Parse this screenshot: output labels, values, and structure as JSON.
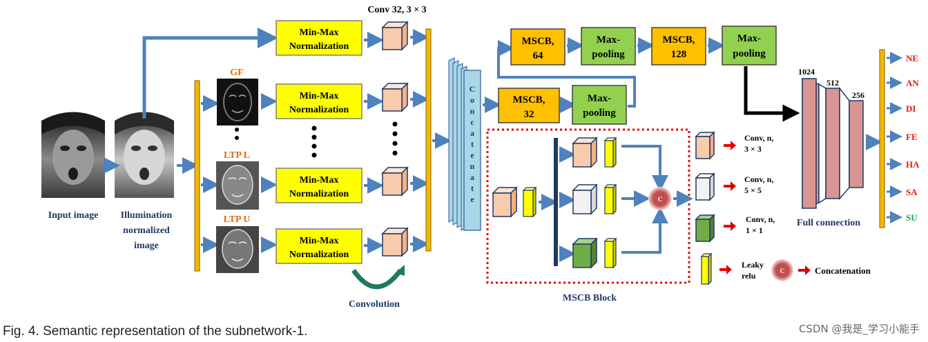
{
  "labels": {
    "conv32": "Conv 32, 3 × 3",
    "input_image": "Input image",
    "illum": [
      "Illumination",
      "normalized",
      "image"
    ],
    "gf": "GF",
    "ltp_l": "LTP  L",
    "ltp_u": "LTP  U",
    "minmax": [
      "Min-Max",
      "Normalization"
    ],
    "convolution": "Convolution",
    "concatenate": [
      "C",
      "o",
      "n",
      "c",
      "a",
      "t",
      "e",
      "n",
      "a",
      "t",
      "e"
    ],
    "mscb64": [
      "MSCB,",
      "64"
    ],
    "maxpool": [
      "Max-",
      "pooling"
    ],
    "mscb128": [
      "MSCB,",
      "128"
    ],
    "mscb32": [
      "MSCB,",
      "32"
    ],
    "mscb_block": "MSCB Block",
    "legend_c": "C",
    "leg_conv33": [
      "Conv, n,",
      "3 × 3"
    ],
    "leg_conv55": [
      "Conv, n,",
      "5 × 5"
    ],
    "leg_conv11": [
      "Conv, n,",
      "1 × 1"
    ],
    "leg_leaky": [
      "Leaky",
      "relu"
    ],
    "leg_concat": "Concatenation",
    "fc_sizes": [
      "1024",
      "512",
      "256"
    ],
    "full_connection": "Full connection",
    "classes": [
      "NE",
      "AN",
      "DI",
      "FE",
      "HA",
      "SA",
      "SU"
    ],
    "caption": "Fig. 4. Semantic representation of the subnetwork-1.",
    "watermark": "CSDN @我是_学习小能手"
  },
  "colors": {
    "arrow_blue": "#4f81bd",
    "yellow_box": "#ffff00",
    "orange_box": "#ffc000",
    "green_box": "#92d050",
    "peach_cube": "#f8cbad",
    "fc_pink": "#d99594",
    "concat_blue": "#a9d7e6",
    "bar_gold": "#f5b700",
    "label_orange": "#e26b0a",
    "class_red": "#e41a1c",
    "class_green": "#00b050",
    "text_navy": "#1f3864",
    "dotted_red": "#e00000"
  }
}
